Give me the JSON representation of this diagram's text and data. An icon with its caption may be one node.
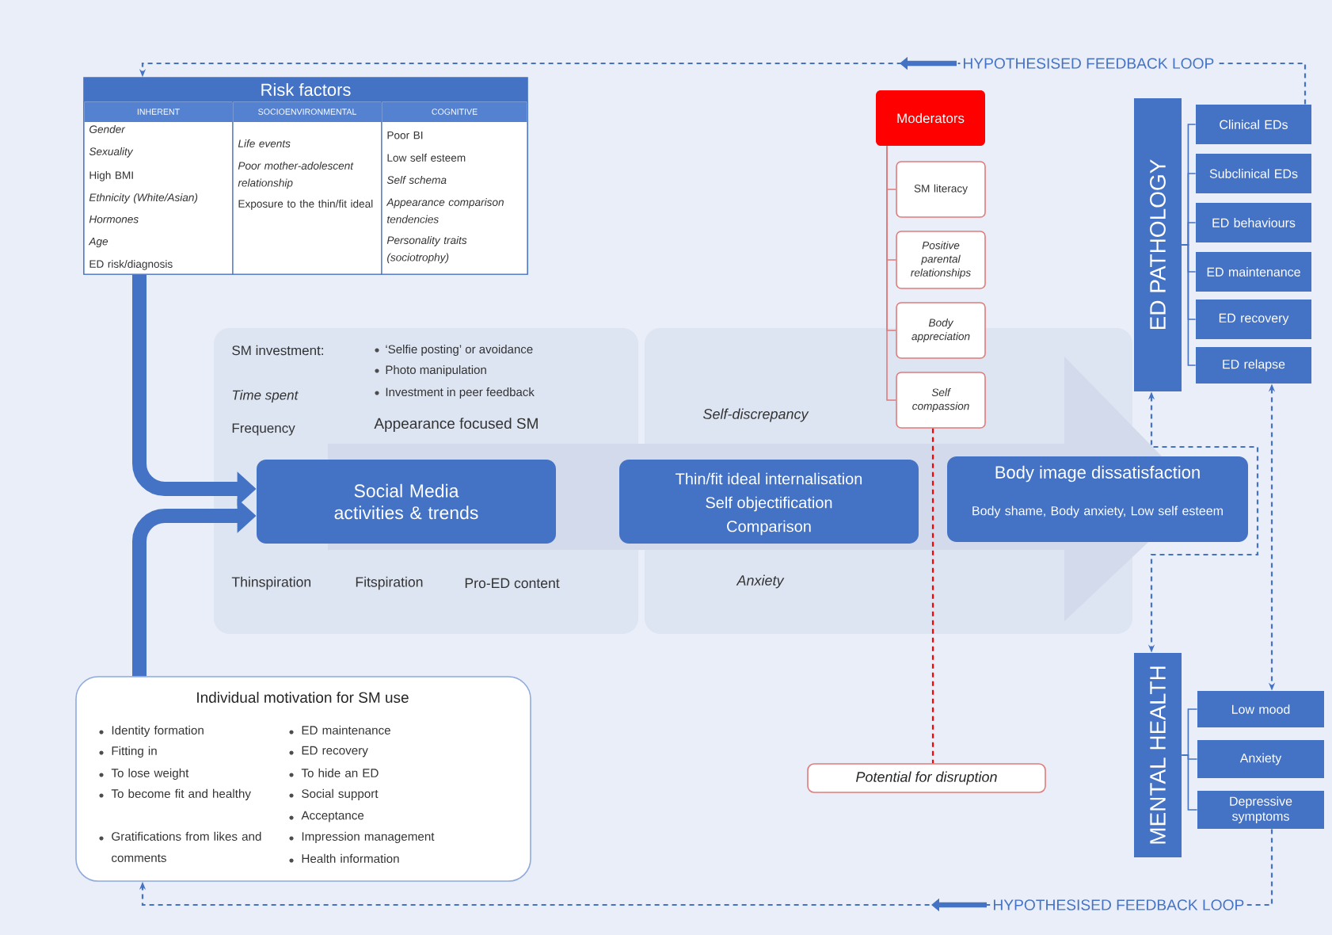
{
  "diagram": {
    "nodes": [
      {
        "text": [
          "Risk factors"
        ]
      },
      {
        "text": [
          "INHERENT",
          "Gender",
          "Sexuality",
          "High BMI",
          "Ethnicity (White/Asian)",
          "Hormones",
          "Age",
          "ED risk/diagnosis"
        ],
        "in": 0
      },
      {
        "text": [
          "SOCIOENVIRONMENTAL",
          "Life events",
          "Poor mother-adolescent relationship",
          "Exposure to the thin/fit ideal"
        ],
        "in": 0
      },
      {
        "text": [
          "COGNITIVE",
          "Poor BI",
          "Low self esteem",
          "Self schema",
          "Appearance comparison tendencies",
          "Personality traits (sociotrophy)"
        ],
        "in": 0
      },
      {
        "text": [
          "Social Media activities & trends"
        ]
      },
      {
        "text": [
          "Thin/fit ideal internalisation",
          "Self objectification",
          "Comparison"
        ]
      },
      {
        "text": [
          "Body image dissatisfaction",
          "Body shame, Body anxiety, Low self esteem"
        ]
      },
      {
        "text": [
          "Moderators"
        ]
      },
      {
        "text": [
          "SM literacy"
        ]
      },
      {
        "text": [
          "Positive parental relationships"
        ]
      },
      {
        "text": [
          "Body appreciation"
        ]
      },
      {
        "text": [
          "Self compassion"
        ]
      },
      {
        "text": [
          "Potential for disruption"
        ]
      },
      {
        "text": [
          "ED PATHOLOGY"
        ]
      },
      {
        "text": [
          "Clinical EDs"
        ]
      },
      {
        "text": [
          "Subclinical EDs"
        ]
      },
      {
        "text": [
          "ED behaviours"
        ]
      },
      {
        "text": [
          "ED maintenance"
        ]
      },
      {
        "text": [
          "ED recovery"
        ]
      },
      {
        "text": [
          "ED relapse"
        ]
      },
      {
        "text": [
          "MENTAL HEALTH"
        ]
      },
      {
        "text": [
          "Low mood"
        ]
      },
      {
        "text": [
          "Anxiety"
        ]
      },
      {
        "text": [
          "Depressive symptoms"
        ]
      },
      {
        "text": [
          "Individual motivation for SM use",
          "Identity formation",
          "Fitting in",
          "To lose weight",
          "To become fit and healthy",
          "Gratifications from likes and comments",
          "ED maintenance",
          "ED recovery",
          "To hide an ED",
          "Social support",
          "Acceptance",
          "Impression management",
          "Health information"
        ]
      }
    ],
    "edges": [
      {
        "from": 0,
        "to": 4,
        "arrow": "to",
        "style": "thick"
      },
      {
        "from": 24,
        "to": 4,
        "arrow": "to",
        "style": "thick"
      },
      {
        "from": 7,
        "to": 8,
        "arrow": "none",
        "color": "#e07b7b"
      },
      {
        "from": 7,
        "to": 9,
        "arrow": "none",
        "color": "#e07b7b"
      },
      {
        "from": 7,
        "to": 10,
        "arrow": "none",
        "color": "#e07b7b"
      },
      {
        "from": 7,
        "to": 11,
        "arrow": "none",
        "color": "#e07b7b"
      },
      {
        "from": 11,
        "to": 12,
        "arrow": "none",
        "style": "dashed",
        "color": "#ff0000"
      },
      {
        "from": 13,
        "to": 14,
        "arrow": "none"
      },
      {
        "from": 13,
        "to": 15,
        "arrow": "none"
      },
      {
        "from": 13,
        "to": 16,
        "arrow": "none"
      },
      {
        "from": 13,
        "to": 17,
        "arrow": "none"
      },
      {
        "from": 13,
        "to": 18,
        "arrow": "none"
      },
      {
        "from": 13,
        "to": 19,
        "arrow": "none"
      },
      {
        "from": 20,
        "to": 21,
        "arrow": "none"
      },
      {
        "from": 20,
        "to": 22,
        "arrow": "none"
      },
      {
        "from": 20,
        "to": 23,
        "arrow": "none"
      },
      {
        "from": 13,
        "to": 20,
        "arrow": "both",
        "style": "dashed"
      },
      {
        "from": 19,
        "to": 21,
        "arrow": "both",
        "style": "dashed"
      },
      {
        "from": 14,
        "to": 0,
        "arrow": "to",
        "style": "dashed",
        "label": "HYPOTHESISED FEEDBACK LOOP"
      },
      {
        "from": 23,
        "to": 24,
        "arrow": "to",
        "style": "dashed",
        "label": "HYPOTHESISED FEEDBACK LOOP"
      }
    ],
    "labels": [
      "SM investment:",
      "‘Selfie posting’ or avoidance",
      "Photo manipulation",
      "Time spent",
      "Investment in peer feedback",
      "Frequency",
      "Appearance focused SM",
      "Self-discrepancy",
      "Thinspiration",
      "Fitspiration",
      "Pro-ED content",
      "Anxiety"
    ]
  }
}
